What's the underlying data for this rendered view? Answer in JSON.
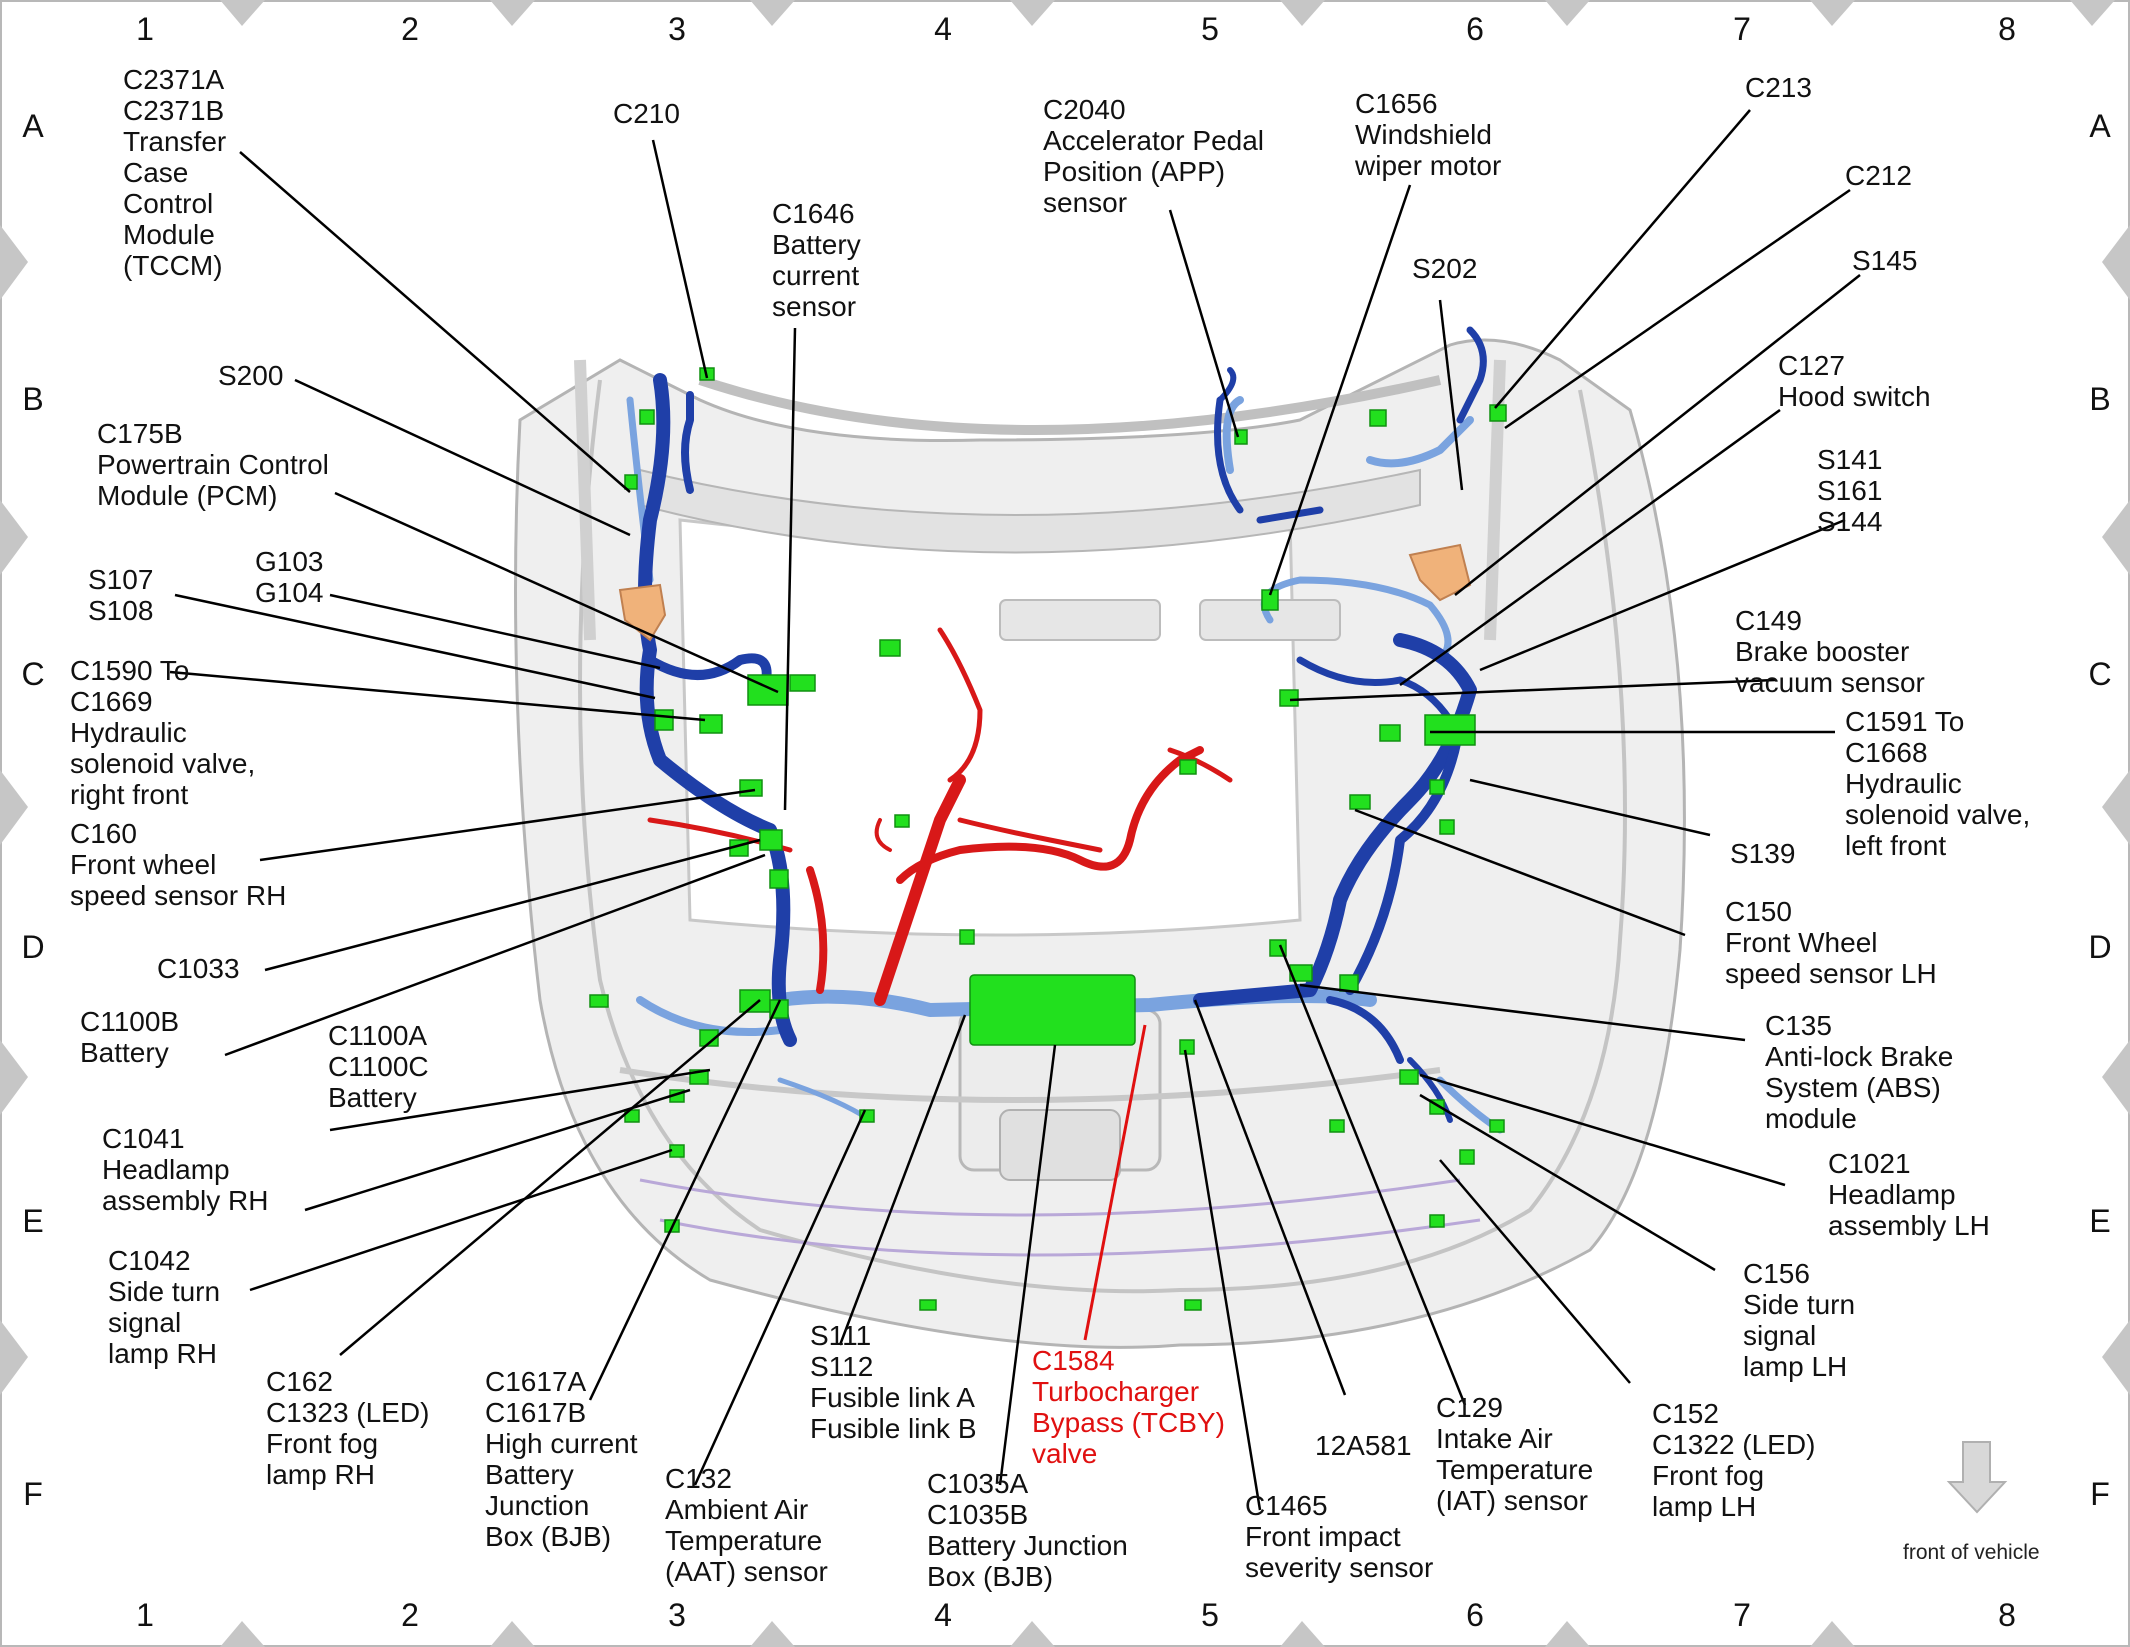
{
  "grid": {
    "columns": [
      "1",
      "2",
      "3",
      "4",
      "5",
      "6",
      "7",
      "8"
    ],
    "rows": [
      "A",
      "B",
      "C",
      "D",
      "E",
      "F"
    ]
  },
  "labels": [
    {
      "id": "c2371",
      "lines": [
        "C2371A",
        "C2371B",
        "Transfer",
        "Case",
        "Control",
        "Module",
        "(TCCM)"
      ]
    },
    {
      "id": "c210",
      "lines": [
        "C210"
      ]
    },
    {
      "id": "c1646",
      "lines": [
        "C1646",
        "Battery",
        "current",
        "sensor"
      ]
    },
    {
      "id": "c2040",
      "lines": [
        "C2040",
        "Accelerator Pedal",
        "Position (APP)",
        "sensor"
      ]
    },
    {
      "id": "c1656",
      "lines": [
        "C1656",
        "Windshield",
        "wiper motor"
      ]
    },
    {
      "id": "c213",
      "lines": [
        "C213"
      ]
    },
    {
      "id": "c212",
      "lines": [
        "C212"
      ]
    },
    {
      "id": "s202",
      "lines": [
        "S202"
      ]
    },
    {
      "id": "s145",
      "lines": [
        "S145"
      ]
    },
    {
      "id": "c127",
      "lines": [
        "C127",
        "Hood switch"
      ]
    },
    {
      "id": "s200",
      "lines": [
        "S200"
      ]
    },
    {
      "id": "c175b",
      "lines": [
        "C175B",
        "Powertrain Control",
        "Module (PCM)"
      ]
    },
    {
      "id": "s141",
      "lines": [
        "S141",
        "S161",
        "S144"
      ]
    },
    {
      "id": "g103",
      "lines": [
        "G103",
        "G104"
      ]
    },
    {
      "id": "s107",
      "lines": [
        "S107",
        "S108"
      ]
    },
    {
      "id": "c149",
      "lines": [
        "C149",
        "Brake booster",
        "vacuum sensor"
      ]
    },
    {
      "id": "c1590",
      "lines": [
        "C1590 To",
        "C1669",
        "Hydraulic",
        "solenoid valve,",
        "right front"
      ]
    },
    {
      "id": "c1591",
      "lines": [
        "C1591 To",
        "C1668",
        "Hydraulic",
        "solenoid valve,",
        "left front"
      ]
    },
    {
      "id": "c160",
      "lines": [
        "C160",
        "Front wheel",
        "speed sensor RH"
      ]
    },
    {
      "id": "s139",
      "lines": [
        "S139"
      ]
    },
    {
      "id": "c150",
      "lines": [
        "C150",
        "Front Wheel",
        "speed sensor LH"
      ]
    },
    {
      "id": "c1033",
      "lines": [
        "C1033"
      ]
    },
    {
      "id": "c1100b",
      "lines": [
        "C1100B",
        "Battery"
      ]
    },
    {
      "id": "c1100a",
      "lines": [
        "C1100A",
        "C1100C",
        "Battery"
      ]
    },
    {
      "id": "c135",
      "lines": [
        "C135",
        "Anti-lock Brake",
        "System (ABS)",
        "module"
      ]
    },
    {
      "id": "c1041",
      "lines": [
        "C1041",
        "Headlamp",
        "assembly RH"
      ]
    },
    {
      "id": "c1021",
      "lines": [
        "C1021",
        "Headlamp",
        "assembly LH"
      ]
    },
    {
      "id": "c1042",
      "lines": [
        "C1042",
        "Side turn",
        "signal",
        "lamp RH"
      ]
    },
    {
      "id": "c156",
      "lines": [
        "C156",
        "Side turn",
        "signal",
        "lamp LH"
      ]
    },
    {
      "id": "c162",
      "lines": [
        "C162",
        "C1323  (LED)",
        "Front fog",
        "lamp RH"
      ]
    },
    {
      "id": "c1617",
      "lines": [
        "C1617A",
        "C1617B",
        "High current",
        "Battery",
        "Junction",
        "Box (BJB)"
      ]
    },
    {
      "id": "s111",
      "lines": [
        "S111",
        "S112",
        "Fusible link A",
        "Fusible link B"
      ]
    },
    {
      "id": "c1584",
      "lines": [
        "C1584",
        "Turbocharger",
        "Bypass (TCBY)",
        "valve"
      ]
    },
    {
      "id": "p12a581",
      "lines": [
        "12A581"
      ]
    },
    {
      "id": "c129",
      "lines": [
        "C129",
        "Intake Air",
        "Temperature",
        "(IAT) sensor"
      ]
    },
    {
      "id": "c152",
      "lines": [
        "C152",
        "C1322 (LED)",
        "Front fog",
        "lamp LH"
      ]
    },
    {
      "id": "c132",
      "lines": [
        "C132",
        "Ambient Air",
        "Temperature",
        "(AAT) sensor"
      ]
    },
    {
      "id": "c1035",
      "lines": [
        "C1035A",
        "C1035B",
        "Battery Junction",
        "Box (BJB)"
      ]
    },
    {
      "id": "c1465",
      "lines": [
        "C1465",
        "Front impact",
        "severity sensor"
      ]
    }
  ],
  "footer": {
    "front_label": "front of vehicle"
  },
  "colors": {
    "harness_blue": "#1f3fa8",
    "harness_light_blue": "#6f98d8",
    "harness_red": "#d81818",
    "connector_green": "#22e01e",
    "body_gray": "#d8d8d8",
    "highlight_text": "#e01010",
    "grid_triangle": "#c8c8c8"
  }
}
